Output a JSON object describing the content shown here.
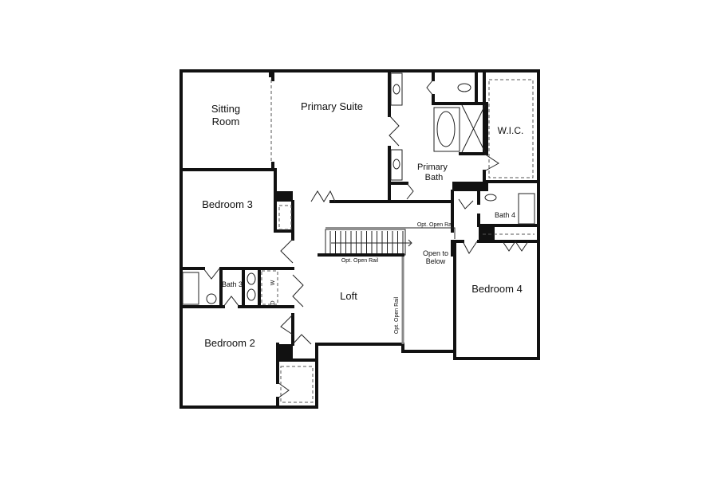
{
  "plan": {
    "rooms": {
      "sitting_room_1": "Sitting",
      "sitting_room_2": "Room",
      "primary_suite": "Primary Suite",
      "wic": "W.I.C.",
      "primary_bath_1": "Primary",
      "primary_bath_2": "Bath",
      "bedroom_3": "Bedroom 3",
      "bath_4": "Bath 4",
      "bath_3": "Bath 3",
      "loft": "Loft",
      "open_below_1": "Open to",
      "open_below_2": "Below",
      "bedroom_4": "Bedroom 4",
      "bedroom_2": "Bedroom 2"
    },
    "notes": {
      "rail_top": "Opt. Open Rail",
      "rail_stair": "Opt. Open Rail",
      "rail_vertical": "Opt. Open Rail",
      "washer": "W",
      "dryer": "D"
    }
  }
}
